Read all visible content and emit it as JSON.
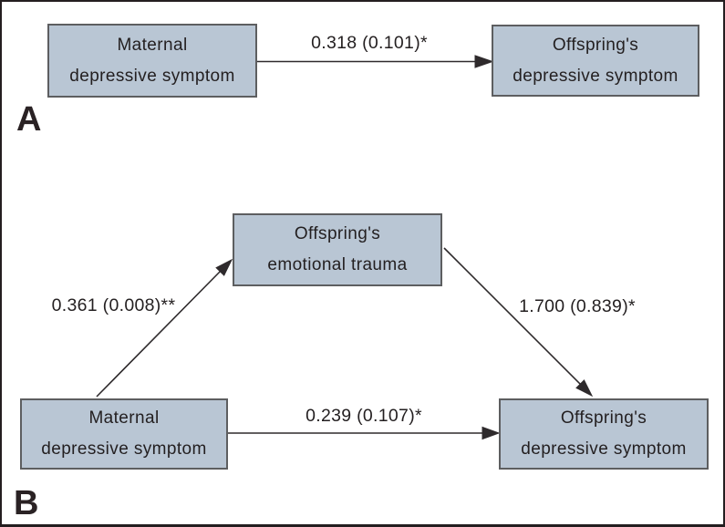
{
  "figure": {
    "type": "mediation-path-diagram",
    "panel_a": {
      "label": "A",
      "boxes": {
        "maternal": {
          "line1": "Maternal",
          "line2": "depressive symptom"
        },
        "offspring": {
          "line1": "Offspring's",
          "line2": "depressive symptom"
        }
      },
      "paths": {
        "total_effect": "0.318 (0.101)*"
      }
    },
    "panel_b": {
      "label": "B",
      "boxes": {
        "maternal": {
          "line1": "Maternal",
          "line2": "depressive symptom"
        },
        "mediator": {
          "line1": "Offspring's",
          "line2": "emotional trauma"
        },
        "offspring": {
          "line1": "Offspring's",
          "line2": "depressive symptom"
        }
      },
      "paths": {
        "a_path": "0.361 (0.008)**",
        "b_path": "1.700 (0.839)*",
        "direct_effect": "0.239 (0.107)*"
      }
    },
    "colors": {
      "box_fill": "#b9c6d4",
      "box_border": "#5d5e60",
      "arrow": "#2e2a2c",
      "text": "#231f20",
      "frame": "#241e20"
    }
  }
}
